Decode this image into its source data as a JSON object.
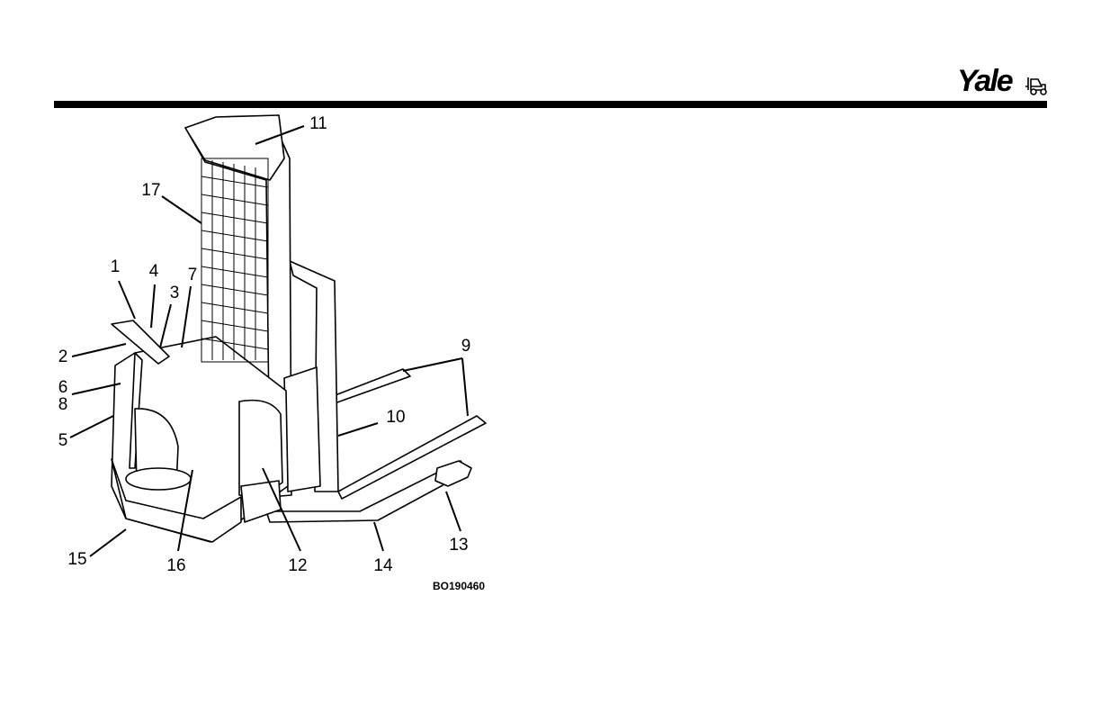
{
  "header": {
    "brand": "Yale",
    "brand_icon": "forklift-icon",
    "rule_color": "#000000"
  },
  "figure": {
    "code": "BO190460",
    "callouts": [
      "1",
      "2",
      "3",
      "4",
      "5",
      "6",
      "7",
      "8",
      "9",
      "10",
      "11",
      "12",
      "13",
      "14",
      "15",
      "16",
      "17"
    ]
  }
}
